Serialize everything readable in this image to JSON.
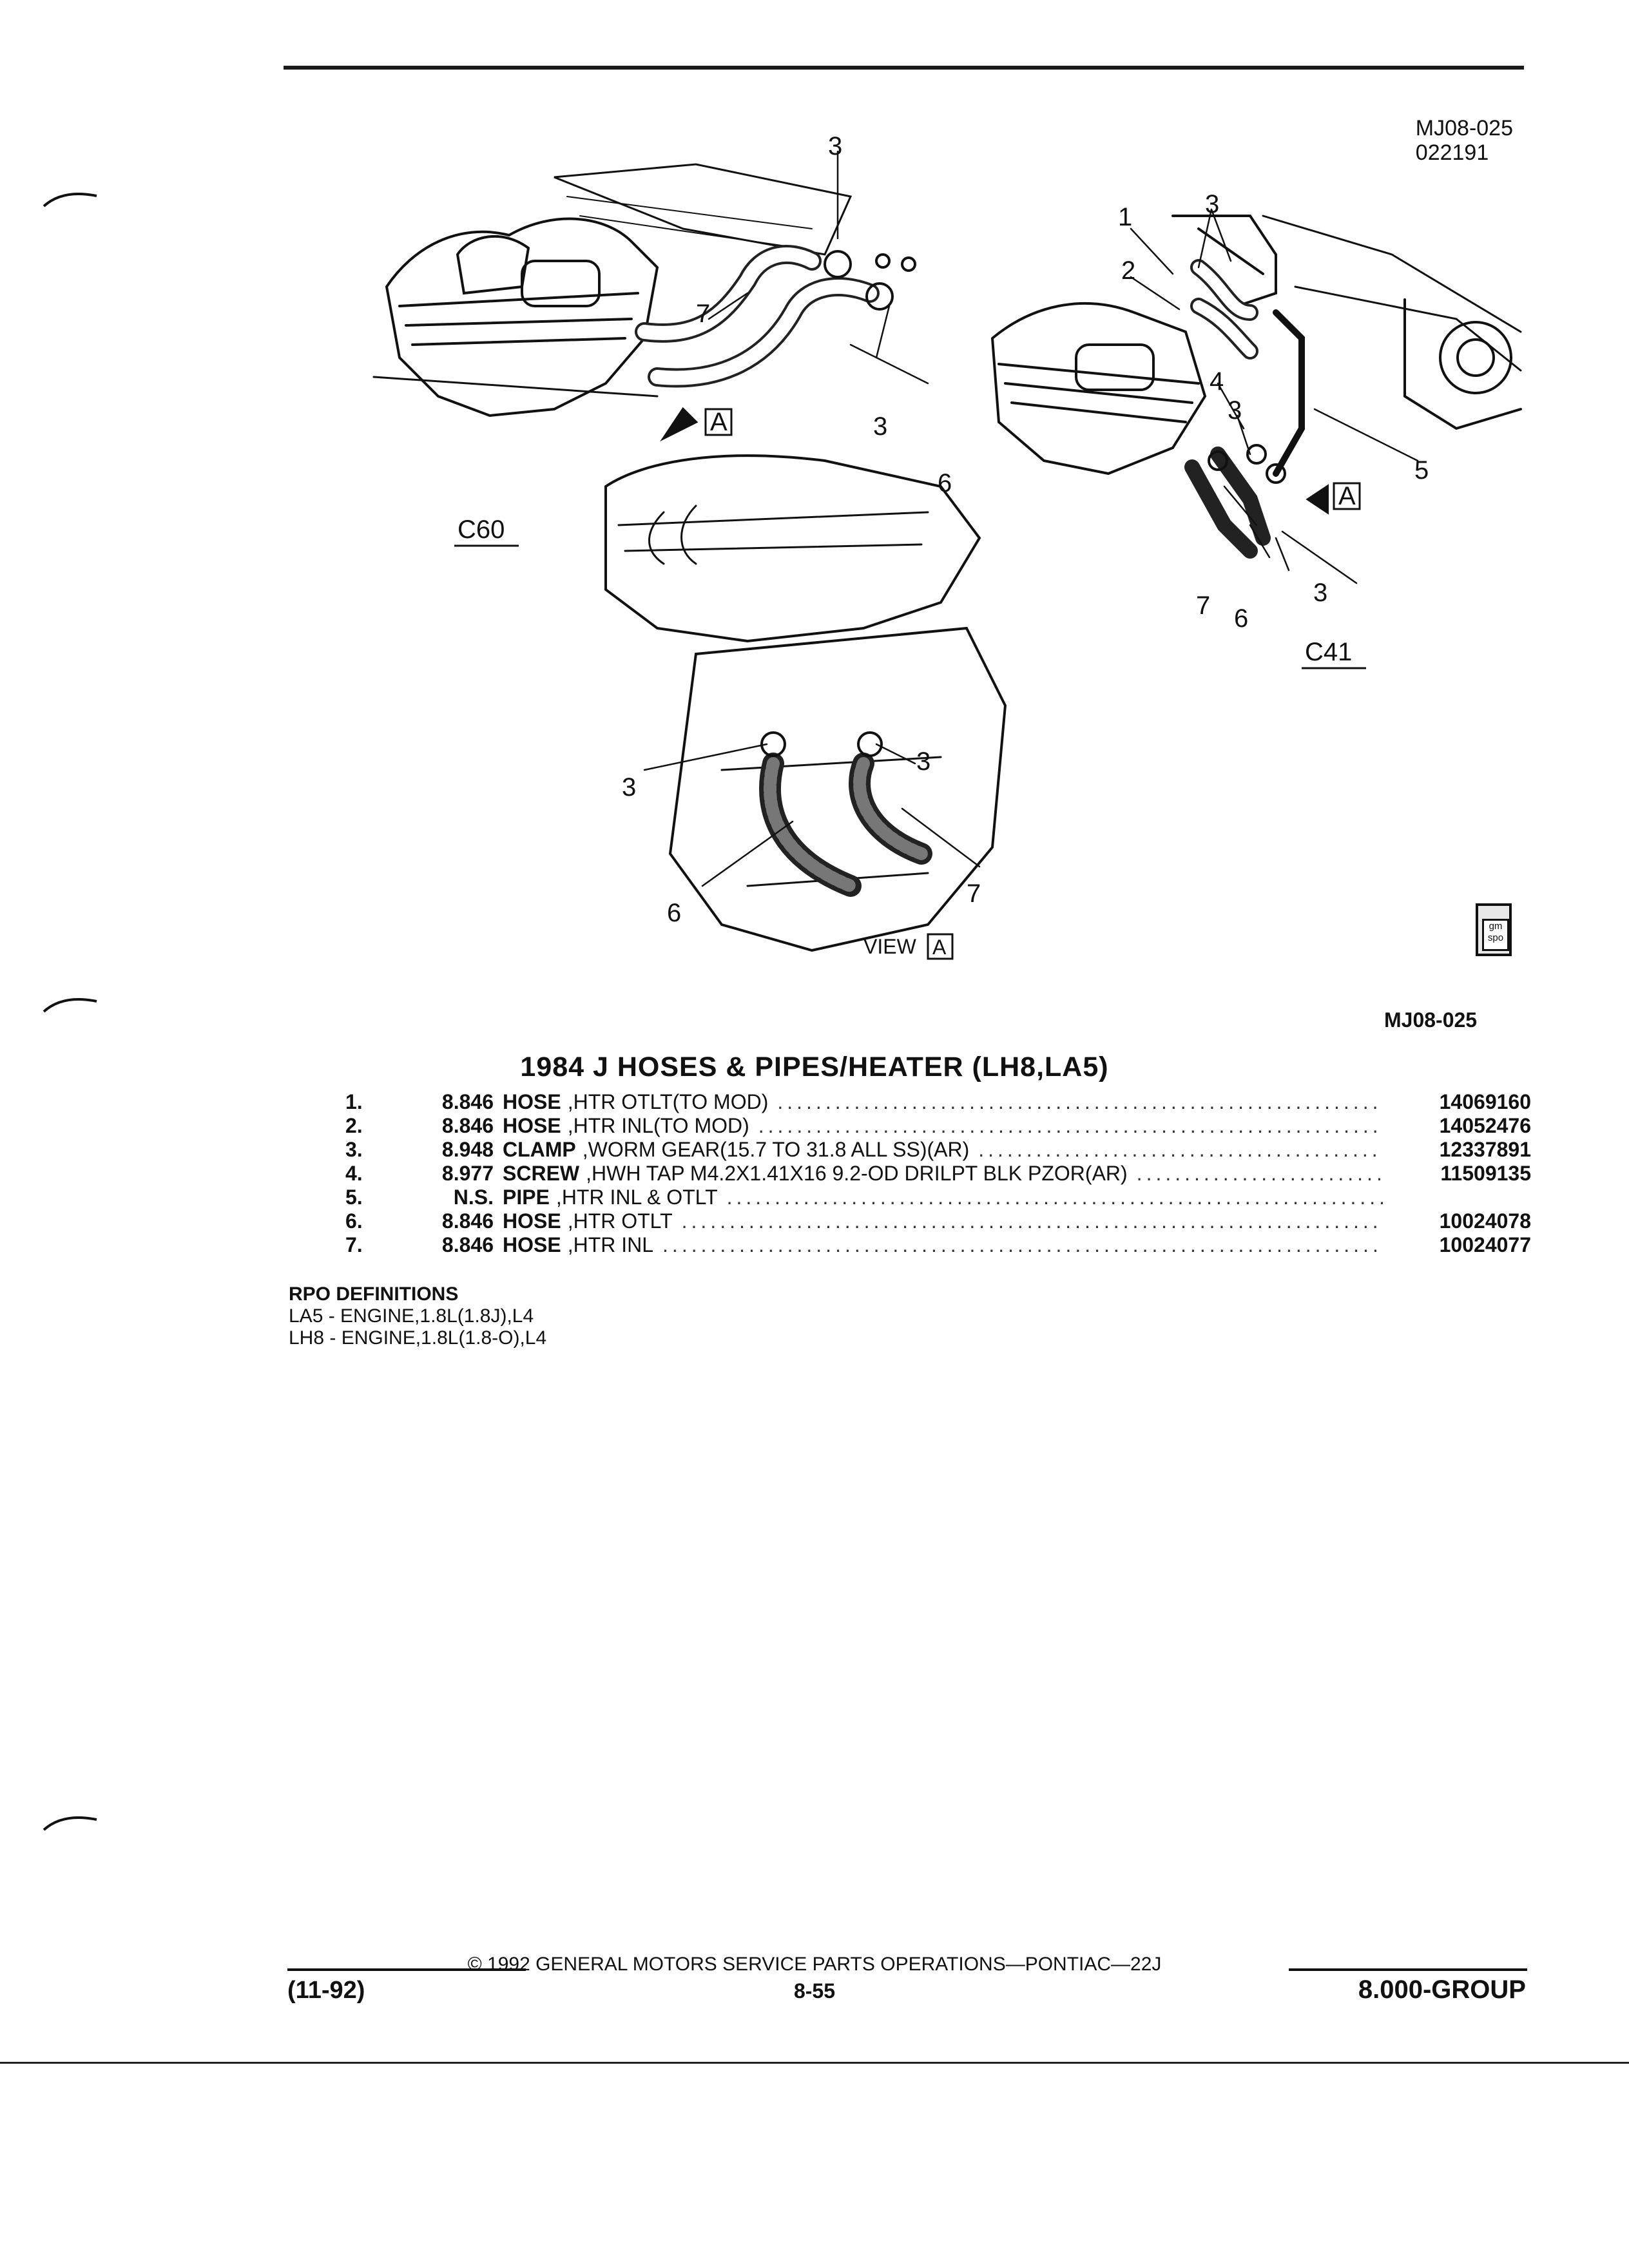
{
  "figure_id_top": [
    "MJ08-025",
    "022191"
  ],
  "figure_id_bottom": "MJ08-025",
  "diagram": {
    "views": [
      "C60",
      "C41"
    ],
    "view_label": "VIEW",
    "view_letter": "A",
    "callouts": [
      "1",
      "2",
      "3",
      "4",
      "5",
      "6",
      "7"
    ]
  },
  "gmspo_logo": "gm spo",
  "section_title": "1984 J HOSES & PIPES/HEATER (LH8,LA5)",
  "parts": [
    {
      "num": "1.",
      "group": "8.846",
      "keyword": "HOSE",
      "desc": ",HTR OTLT(TO MOD)",
      "part_no": "14069160"
    },
    {
      "num": "2.",
      "group": "8.846",
      "keyword": "HOSE",
      "desc": ",HTR INL(TO MOD)",
      "part_no": "14052476"
    },
    {
      "num": "3.",
      "group": "8.948",
      "keyword": "CLAMP",
      "desc": ",WORM GEAR(15.7 TO 31.8 ALL SS)(AR)",
      "part_no": "12337891"
    },
    {
      "num": "4.",
      "group": "8.977",
      "keyword": "SCREW",
      "desc": ",HWH TAP M4.2X1.41X16 9.2-OD DRILPT BLK PZOR(AR)",
      "part_no": "11509135"
    },
    {
      "num": "5.",
      "group": "N.S.",
      "keyword": "PIPE",
      "desc": ",HTR INL & OTLT",
      "part_no": ""
    },
    {
      "num": "6.",
      "group": "8.846",
      "keyword": "HOSE",
      "desc": ",HTR OTLT",
      "part_no": "10024078"
    },
    {
      "num": "7.",
      "group": "8.846",
      "keyword": "HOSE",
      "desc": ",HTR INL",
      "part_no": "10024077"
    }
  ],
  "rpo": {
    "heading": "RPO DEFINITIONS",
    "lines": [
      "LA5 - ENGINE,1.8L(1.8J),L4",
      "LH8 - ENGINE,1.8L(1.8-O),L4"
    ]
  },
  "footer": {
    "copyright": "© 1992 GENERAL MOTORS SERVICE PARTS OPERATIONS—PONTIAC—22J",
    "page": "8-55",
    "date": "(11-92)",
    "group": "8.000-GROUP"
  }
}
